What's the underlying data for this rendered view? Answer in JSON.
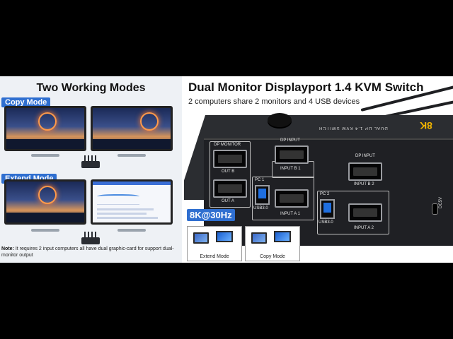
{
  "left": {
    "title": "Two Working Modes",
    "copy_mode_label": "Copy Mode",
    "extend_mode_label": "Extend Mode",
    "note_prefix": "Note:",
    "note_text": "It requires 2 input computers all have dual graphic-card for support dual-monitor output"
  },
  "right": {
    "title": "Dual Monitor Displayport 1.4 KVM Switch",
    "subtitle": "2 computers share 2 monitors and 4 USB devices",
    "top_label": "DUAL DP 1.4 KVM SWITCH",
    "badge": "8K",
    "resolution": "8K@30Hz",
    "ports": {
      "dp_monitor": "DP MONITOR",
      "out_b": "OUT B",
      "out_a": "OUT A",
      "pc1": "PC 1",
      "pc2": "PC 2",
      "usb30_a": "USB3.0",
      "usb30_b": "USB3.0",
      "dp_input_1": "DP INPUT",
      "dp_input_2": "DP INPUT",
      "input_b1": "INPUT B 1",
      "input_a1": "INPUT A 1",
      "input_b2": "INPUT B 2",
      "input_a2": "INPUT A 2",
      "dc": "DC5V"
    },
    "cards": {
      "extend": "Extend Mode",
      "copy": "Copy Mode"
    }
  },
  "colors": {
    "accent": "#2f6fd0",
    "led_green": "#19e06a",
    "led_blue": "#2f8cff",
    "usb_blue": "#1f6fe0"
  }
}
